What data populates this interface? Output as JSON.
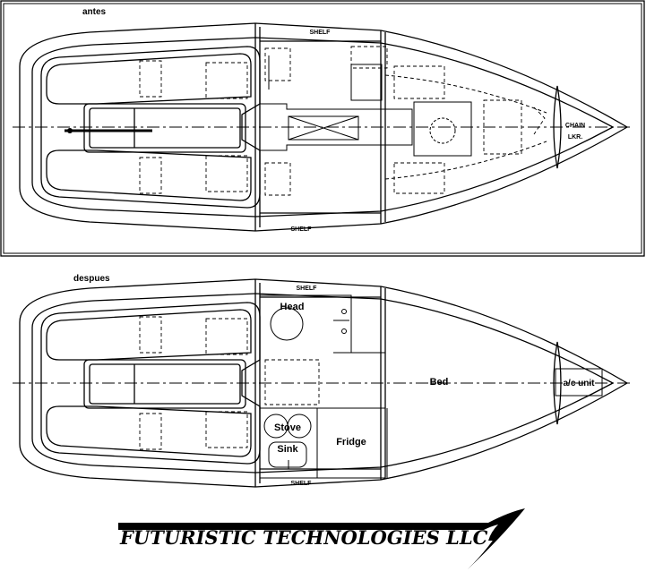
{
  "before": {
    "title": "antes",
    "shelf_top": "SHELF",
    "shelf_bottom": "SHELF",
    "chain_locker_line1": "CHAIN",
    "chain_locker_line2": "LKR."
  },
  "after": {
    "title": "despues",
    "shelf_top": "SHELF",
    "shelf_bottom": "SHELF",
    "head": "Head",
    "bed": "Bed",
    "ac_unit": "a/c unit",
    "stove": "Stove",
    "sink": "Sink",
    "fridge": "Fridge"
  },
  "logo": {
    "text": "FUTURISTIC TECHNOLOGIES LLC"
  }
}
